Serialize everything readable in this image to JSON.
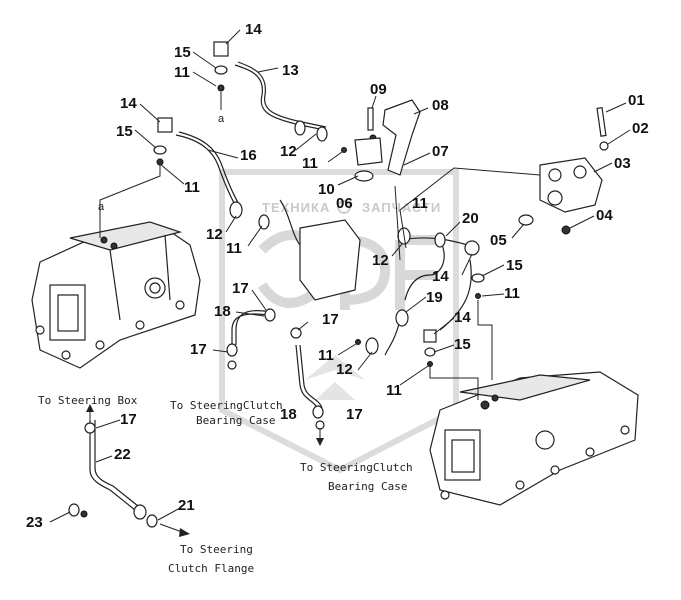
{
  "watermark": {
    "left": "ТЕХНИКА",
    "right": "ЗАПЧАСТИ"
  },
  "callouts": {
    "c14a": "14",
    "c15a": "15",
    "c11a": "11",
    "c13": "13",
    "c14b": "14",
    "c15b": "15",
    "c11b": "11",
    "c16": "16",
    "c12a": "12",
    "c11c": "11",
    "c10": "10",
    "c06": "06",
    "c11d": "11",
    "c09": "09",
    "c08": "08",
    "c07": "07",
    "c01": "01",
    "c02": "02",
    "c03": "03",
    "c04": "04",
    "c05": "05",
    "c12b": "12",
    "c11e": "11",
    "c20": "20",
    "c12c": "12",
    "c14c": "14",
    "c15c": "15",
    "c11f": "11",
    "c17a": "17",
    "c18a": "18",
    "c17b": "17",
    "c19": "19",
    "c14d": "14",
    "c15d": "15",
    "c11g": "11",
    "c12d": "12",
    "c11h": "11",
    "c17c": "17",
    "c18b": "18",
    "c17d": "17",
    "c17e": "17",
    "c22": "22",
    "c21": "21",
    "c23": "23"
  },
  "ref_labels": {
    "a_top": "a",
    "a_left": "a"
  },
  "notes": {
    "steering_box": "To Steering Box",
    "clutch_bearing_left_1": "To SteeringClutch",
    "clutch_bearing_left_2": "Bearing Case",
    "clutch_bearing_mid_1": "To SteeringClutch",
    "clutch_bearing_mid_2": "Bearing Case",
    "clutch_flange_1": "To Steering",
    "clutch_flange_2": "Clutch Flange"
  }
}
